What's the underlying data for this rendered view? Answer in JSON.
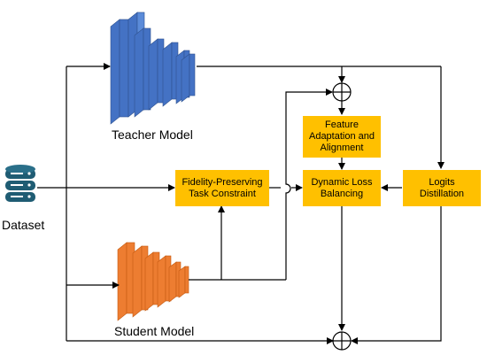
{
  "labels": {
    "teacher": "Teacher Model",
    "student": "Student Model",
    "dataset": "Dataset"
  },
  "boxes": {
    "fidelity": "Fidelity-Preserving\nTask Constraint",
    "feature": "Feature\nAdaptation and\nAlignment",
    "dynamic": "Dynamic Loss\nBalancing",
    "logits": "Logits\nDistillation"
  },
  "colors": {
    "teacher_blue": "#4472C4",
    "student_orange": "#ED7D31",
    "box_fill": "#FFC000",
    "dataset_icon": "#1F5C73"
  }
}
